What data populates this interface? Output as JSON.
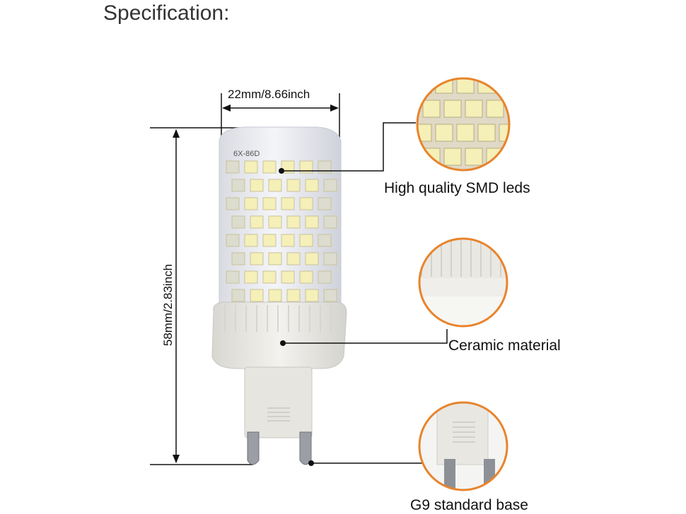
{
  "title": "Specification:",
  "dimensions": {
    "width": "22mm/8.66inch",
    "height": "58mm/2.83inch"
  },
  "bulb_marking": "6X-86D",
  "callouts": [
    {
      "id": "leds",
      "label": "High quality SMD leds"
    },
    {
      "id": "ceramic",
      "label": "Ceramic material"
    },
    {
      "id": "base",
      "label": "G9 standard base"
    }
  ],
  "colors": {
    "accent": "#e8842c",
    "led": "#f5efb8",
    "ceramic": "#ecebe6",
    "line": "#111111"
  }
}
